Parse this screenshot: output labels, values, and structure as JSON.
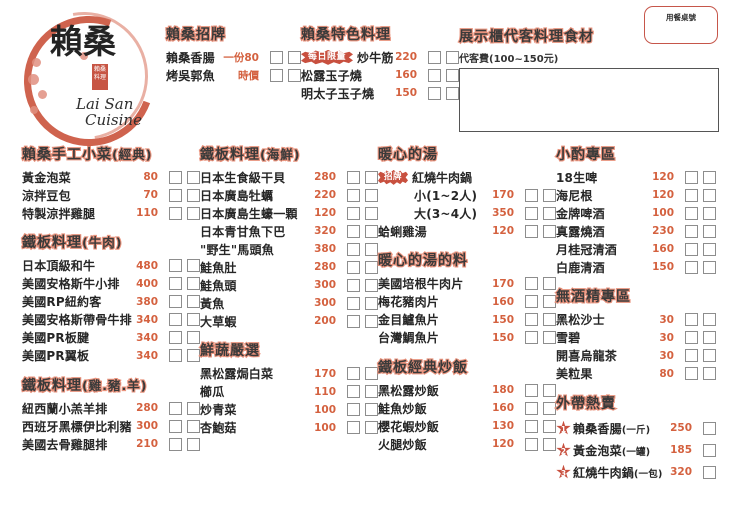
{
  "brand": {
    "logo_cn": "賴桑",
    "logo_stamp": "賴桑料理",
    "logo_en_line1": "Lai San",
    "logo_en_line2": "Cuisine"
  },
  "table_no_label": "用餐桌號",
  "colors": {
    "accent": "#c8503f",
    "price": "#d4613f",
    "heading_stroke": "#e8927c",
    "text": "#262626"
  },
  "top_sections": {
    "signature": {
      "title": "賴桑招牌",
      "items": [
        {
          "name": "賴桑香腸",
          "unit": "一份",
          "price": "80",
          "boxes": 2
        },
        {
          "name": "烤吳郭魚",
          "unit": "",
          "price": "時價",
          "boxes": 2
        }
      ]
    },
    "specialty": {
      "title": "賴桑特色料理",
      "badge": "每日限量",
      "items": [
        {
          "name": "炒牛筋",
          "price": "220",
          "boxes": 2,
          "badged": true
        },
        {
          "name": "松露玉子燒",
          "price": "160",
          "boxes": 2,
          "badged": false
        },
        {
          "name": "明太子玉子燒",
          "price": "150",
          "boxes": 2,
          "badged": false
        }
      ]
    },
    "showcase": {
      "title": "展示櫃代客料理食材",
      "subtitle": "代客費(100~150元)"
    }
  },
  "columns": [
    {
      "blocks": [
        {
          "title": "賴桑手工小菜",
          "title_sub": "(經典)",
          "items": [
            {
              "name": "黃金泡菜",
              "price": "80",
              "boxes": 2
            },
            {
              "name": "涼拌豆包",
              "price": "70",
              "boxes": 2
            },
            {
              "name": "特製涼拌雞腿",
              "price": "110",
              "boxes": 2
            }
          ]
        },
        {
          "title": "鐵板料理",
          "title_sub": "(牛肉)",
          "items": [
            {
              "name": "日本頂級和牛",
              "price": "480",
              "boxes": 2
            },
            {
              "name": "美國安格斯牛小排",
              "price": "400",
              "boxes": 2
            },
            {
              "name": "美國RP紐約客",
              "price": "380",
              "boxes": 2
            },
            {
              "name": "美國安格斯帶骨牛排",
              "price": "340",
              "boxes": 2
            },
            {
              "name": "美國PR板腱",
              "price": "340",
              "boxes": 2
            },
            {
              "name": "美國PR翼板",
              "price": "340",
              "boxes": 2
            }
          ]
        },
        {
          "title": "鐵板料理",
          "title_sub": "(雞.豬.羊)",
          "items": [
            {
              "name": "紐西蘭小羔羊排",
              "price": "280",
              "boxes": 2
            },
            {
              "name": "西班牙黑標伊比利豬",
              "price": "300",
              "boxes": 2
            },
            {
              "name": "美國去骨雞腿排",
              "price": "210",
              "boxes": 2
            }
          ]
        }
      ]
    },
    {
      "blocks": [
        {
          "title": "鐵板料理",
          "title_sub": "(海鮮)",
          "items": [
            {
              "name": "日本生食級干貝",
              "price": "280",
              "boxes": 2
            },
            {
              "name": "日本廣島牡蠣",
              "price": "220",
              "boxes": 2
            },
            {
              "name": "日本廣島生蠔一顆",
              "price": "120",
              "boxes": 2
            },
            {
              "name": "日本青甘魚下巴",
              "price": "320",
              "boxes": 2
            },
            {
              "name": "\"野生\"馬頭魚",
              "price": "380",
              "boxes": 2
            },
            {
              "name": "鮭魚肚",
              "price": "280",
              "boxes": 2
            },
            {
              "name": "鮭魚頭",
              "price": "300",
              "boxes": 2
            },
            {
              "name": "黃魚",
              "price": "300",
              "boxes": 2
            },
            {
              "name": "大草蝦",
              "price": "200",
              "boxes": 2
            }
          ]
        },
        {
          "title": "鮮蔬嚴選",
          "title_sub": "",
          "items": [
            {
              "name": "黑松露焗白菜",
              "price": "170",
              "boxes": 2
            },
            {
              "name": "櫛瓜",
              "price": "110",
              "boxes": 2
            },
            {
              "name": "炒青菜",
              "price": "100",
              "boxes": 2
            },
            {
              "name": "杏鮑菇",
              "price": "100",
              "boxes": 2
            }
          ]
        }
      ]
    },
    {
      "blocks": [
        {
          "title": "暖心的湯",
          "title_sub": "",
          "badge": "招牌",
          "badge_item": "紅燒牛肉鍋",
          "items": [
            {
              "name": "小(1~2人)",
              "price": "170",
              "boxes": 2,
              "indent": true
            },
            {
              "name": "大(3~4人)",
              "price": "350",
              "boxes": 2,
              "indent": true
            },
            {
              "name": "蛤蜊雞湯",
              "price": "120",
              "boxes": 2,
              "indent": false
            }
          ]
        },
        {
          "title": "暖心的湯的料",
          "title_sub": "",
          "items": [
            {
              "name": "美國培根牛肉片",
              "price": "170",
              "boxes": 2
            },
            {
              "name": "梅花豬肉片",
              "price": "160",
              "boxes": 2
            },
            {
              "name": "金目鱸魚片",
              "price": "150",
              "boxes": 2
            },
            {
              "name": "台灣鯛魚片",
              "price": "150",
              "boxes": 2
            }
          ]
        },
        {
          "title": "鐵板經典炒飯",
          "title_sub": "",
          "items": [
            {
              "name": "黑松露炒飯",
              "price": "180",
              "boxes": 2
            },
            {
              "name": "鮭魚炒飯",
              "price": "160",
              "boxes": 2
            },
            {
              "name": "櫻花蝦炒飯",
              "price": "130",
              "boxes": 2
            },
            {
              "name": "火腿炒飯",
              "price": "120",
              "boxes": 2
            }
          ]
        }
      ]
    },
    {
      "blocks": [
        {
          "title": "小酌專區",
          "title_sub": "",
          "items": [
            {
              "name": "18生啤",
              "price": "120",
              "boxes": 2
            },
            {
              "name": "海尼根",
              "price": "120",
              "boxes": 2
            },
            {
              "name": "金牌啤酒",
              "price": "100",
              "boxes": 2
            },
            {
              "name": "真露燒酒",
              "price": "230",
              "boxes": 2
            },
            {
              "name": "月桂冠清酒",
              "price": "160",
              "boxes": 2
            },
            {
              "name": "白鹿清酒",
              "price": "150",
              "boxes": 2
            }
          ]
        },
        {
          "title": "無酒精專區",
          "title_sub": "",
          "items": [
            {
              "name": "黑松沙士",
              "price": "30",
              "boxes": 2
            },
            {
              "name": "雪碧",
              "price": "30",
              "boxes": 2
            },
            {
              "name": "開喜烏龍茶",
              "price": "30",
              "boxes": 2
            },
            {
              "name": "美粒果",
              "price": "80",
              "boxes": 2
            }
          ]
        },
        {
          "title": "外帶熱賣",
          "title_sub": "",
          "takeaway": [
            {
              "rank": "1",
              "name": "賴桑香腸",
              "unit": "(一斤)",
              "price": "250",
              "boxes": 1
            },
            {
              "rank": "2",
              "name": "黃金泡菜",
              "unit": "(一罐)",
              "price": "185",
              "boxes": 1
            },
            {
              "rank": "3",
              "name": "紅燒牛肉鍋",
              "unit": "(一包)",
              "price": "320",
              "boxes": 1
            }
          ]
        }
      ]
    }
  ]
}
